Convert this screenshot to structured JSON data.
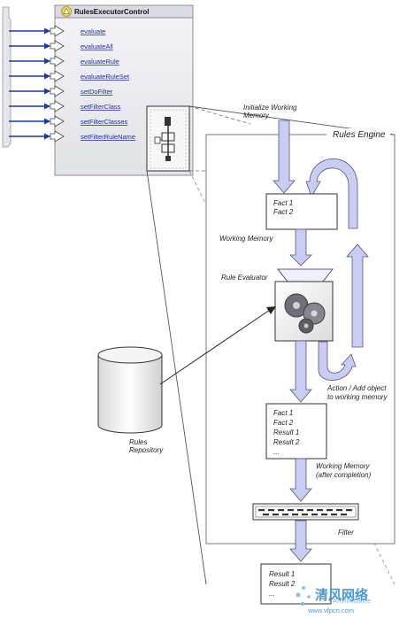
{
  "control": {
    "title": "RulesExecutorControl",
    "methods": [
      "evaluate",
      "evaluateAll",
      "evaluateRule",
      "evaluateRuleSet",
      "setDoFilter",
      "setFilterClass",
      "setFilterClasses",
      "setFilterRuleName"
    ],
    "icon": "warning-triangle-icon"
  },
  "engine": {
    "title": "Rules Engine"
  },
  "labels": {
    "init_wm_1": "Initialize Working",
    "init_wm_2": "Memory",
    "working_memory": "Working Memory",
    "rule_evaluator": "Rule Evaluator",
    "action_1": "Action / Add object",
    "action_2": "to working memory",
    "wm_after_1": "Working Memory",
    "wm_after_2": "(after completion)",
    "filter": "Filter",
    "repo_1": "Rules",
    "repo_2": "Repository"
  },
  "fact_box_1": [
    "Fact 1",
    "Fact 2"
  ],
  "fact_box_2": [
    "Fact 1",
    "Fact 2",
    "Result 1",
    "Result 2",
    "..."
  ],
  "result_box": [
    "Result 1",
    "Result 2",
    "..."
  ],
  "watermark": {
    "cn": "清风网络",
    "url": "www.vfpcn.com",
    "small": "ArchiAlliance"
  },
  "colors": {
    "arrow_fill": "#c9ccf3",
    "link": "#1a2ea8",
    "connector": "#1a3aa8"
  }
}
